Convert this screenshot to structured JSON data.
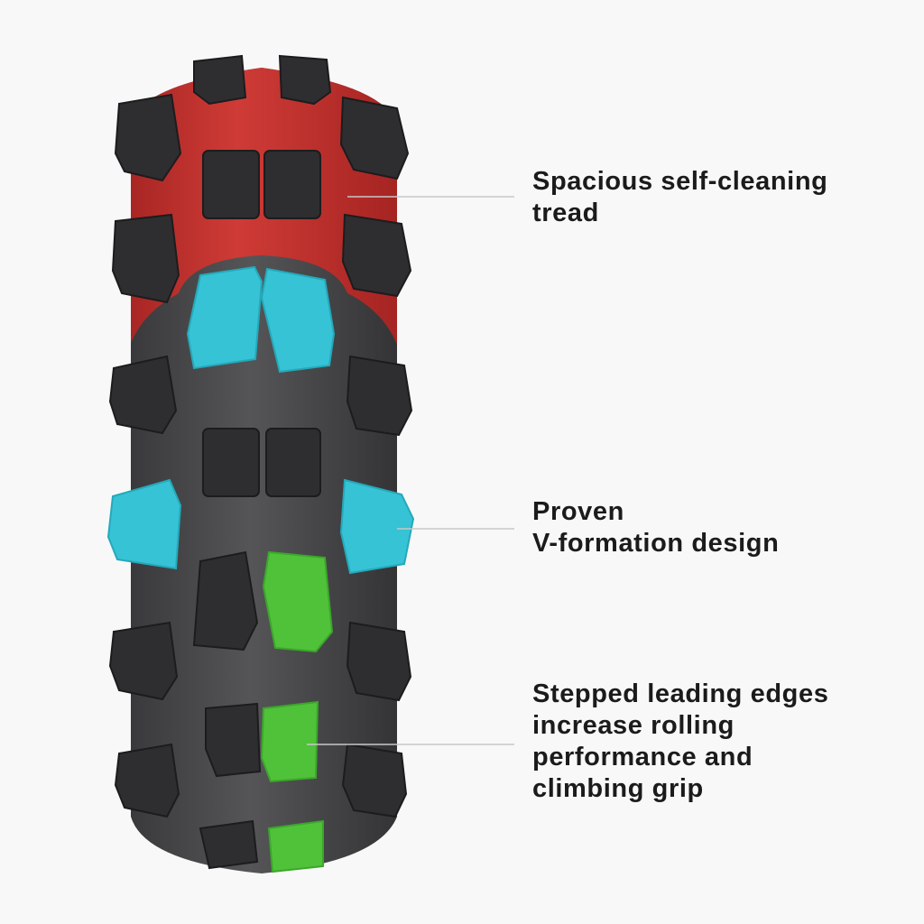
{
  "callouts": [
    {
      "lines": [
        "Spacious self-cleaning",
        "tread"
      ]
    },
    {
      "lines": [
        "Proven",
        "V-formation design"
      ]
    },
    {
      "lines": [
        "Stepped leading edges",
        "increase rolling",
        "performance and",
        "climbing grip"
      ]
    }
  ],
  "colors": {
    "tire": "#434345",
    "knob": "#2f2f31",
    "red_zone": "#c2302d",
    "blue_knob": "#36c3d5",
    "green_knob": "#4fc23a",
    "leader": "#c8c8c8"
  }
}
